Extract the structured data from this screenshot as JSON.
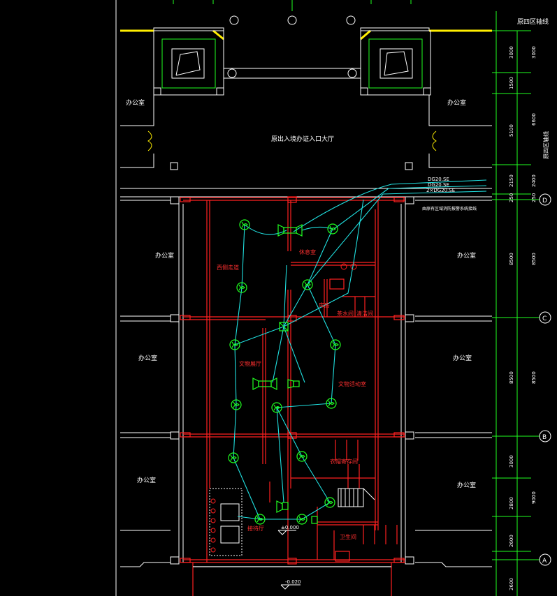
{
  "colors": {
    "background": "#000000",
    "wall": "#ffffff",
    "red_line": "#ff2020",
    "cyan_line": "#20e0e0",
    "green": "#20ff20",
    "yellow": "#ffee00",
    "room_label": "#ffffff",
    "red_label": "#ff3030"
  },
  "rooms": {
    "office_tl": "办公室",
    "office_tr": "办公室",
    "hall_top": "原出入境办证入口大厅",
    "office_l1": "办公室",
    "office_r1": "办公室",
    "office_l2": "办公室",
    "office_r2": "办公室",
    "office_l3": "办公室",
    "office_r3": "办公室",
    "hall_left": "西侧走道",
    "lounge": "休息室",
    "storage": "库房",
    "room_a": "茶水间",
    "room_b": "清洁间",
    "exhibit_left": "文物展厅",
    "exhibit_right": "文物活动室",
    "cloak": "衣帽寄存间",
    "toilet": "卫生间",
    "control": "接待厅"
  },
  "axes": {
    "grid_line_label": "原四区轴线",
    "grid_line_label2": "原四区轴线",
    "D": "D",
    "C": "C",
    "B": "B",
    "A": "A"
  },
  "dimensions": {
    "d1": "3000",
    "d1b": "3000",
    "d2": "1500",
    "d3": "5100",
    "d3b": "6600",
    "d4": "2150",
    "d4b": "2400",
    "d5": "250",
    "d5b": "250",
    "d6": "8500",
    "d6b": "8500",
    "d7": "8500",
    "d7b": "8500",
    "d8": "3000",
    "d9": "2800",
    "d9b": "9000",
    "d10": "2600",
    "d11": "2600"
  },
  "elevations": {
    "floor": "±0.000",
    "outdoor": "-0.020"
  },
  "cable_notes": {
    "line1": "DG20.SE",
    "line2": "DG20.SE",
    "line3": "2×DG20.SE",
    "note": "由原有区域消防报警系统接线"
  }
}
